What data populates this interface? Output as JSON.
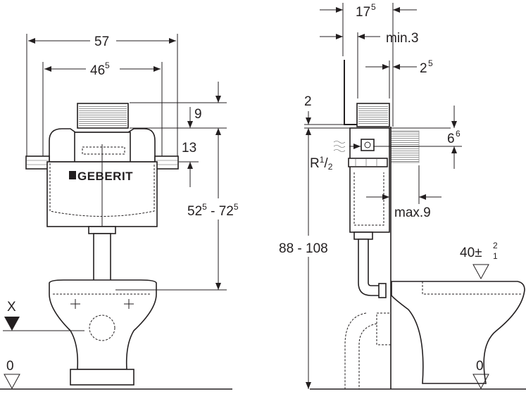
{
  "brand": "GEBERIT",
  "front_view": {
    "dim_width_total": "57",
    "dim_width_inner": {
      "main": "46",
      "sup": "5"
    },
    "dim_flush_height": "9",
    "dim_clamp_height": "13",
    "dim_height_range": {
      "a": "52",
      "a_sup": "5",
      "sep": " - ",
      "b": "72",
      "b_sup": "5"
    },
    "marker_x": "X",
    "marker_floor": "0"
  },
  "side_view": {
    "dim_depth": {
      "main": "17",
      "sup": "5"
    },
    "dim_min": "min.3",
    "dim_inset": {
      "main": "2",
      "sup": "5"
    },
    "dim_top": "2",
    "dim_connection": {
      "main": "6",
      "sup": "6"
    },
    "dim_max": "max.9",
    "dim_height_range": "88 - 108",
    "connection_label": {
      "main": "R",
      "num": "1",
      "den": "2"
    },
    "bowl_height": {
      "main": "40",
      "plus": "±",
      "up": "2",
      "down": "1"
    },
    "marker_floor": "0"
  },
  "colors": {
    "ink": "#231f20"
  }
}
